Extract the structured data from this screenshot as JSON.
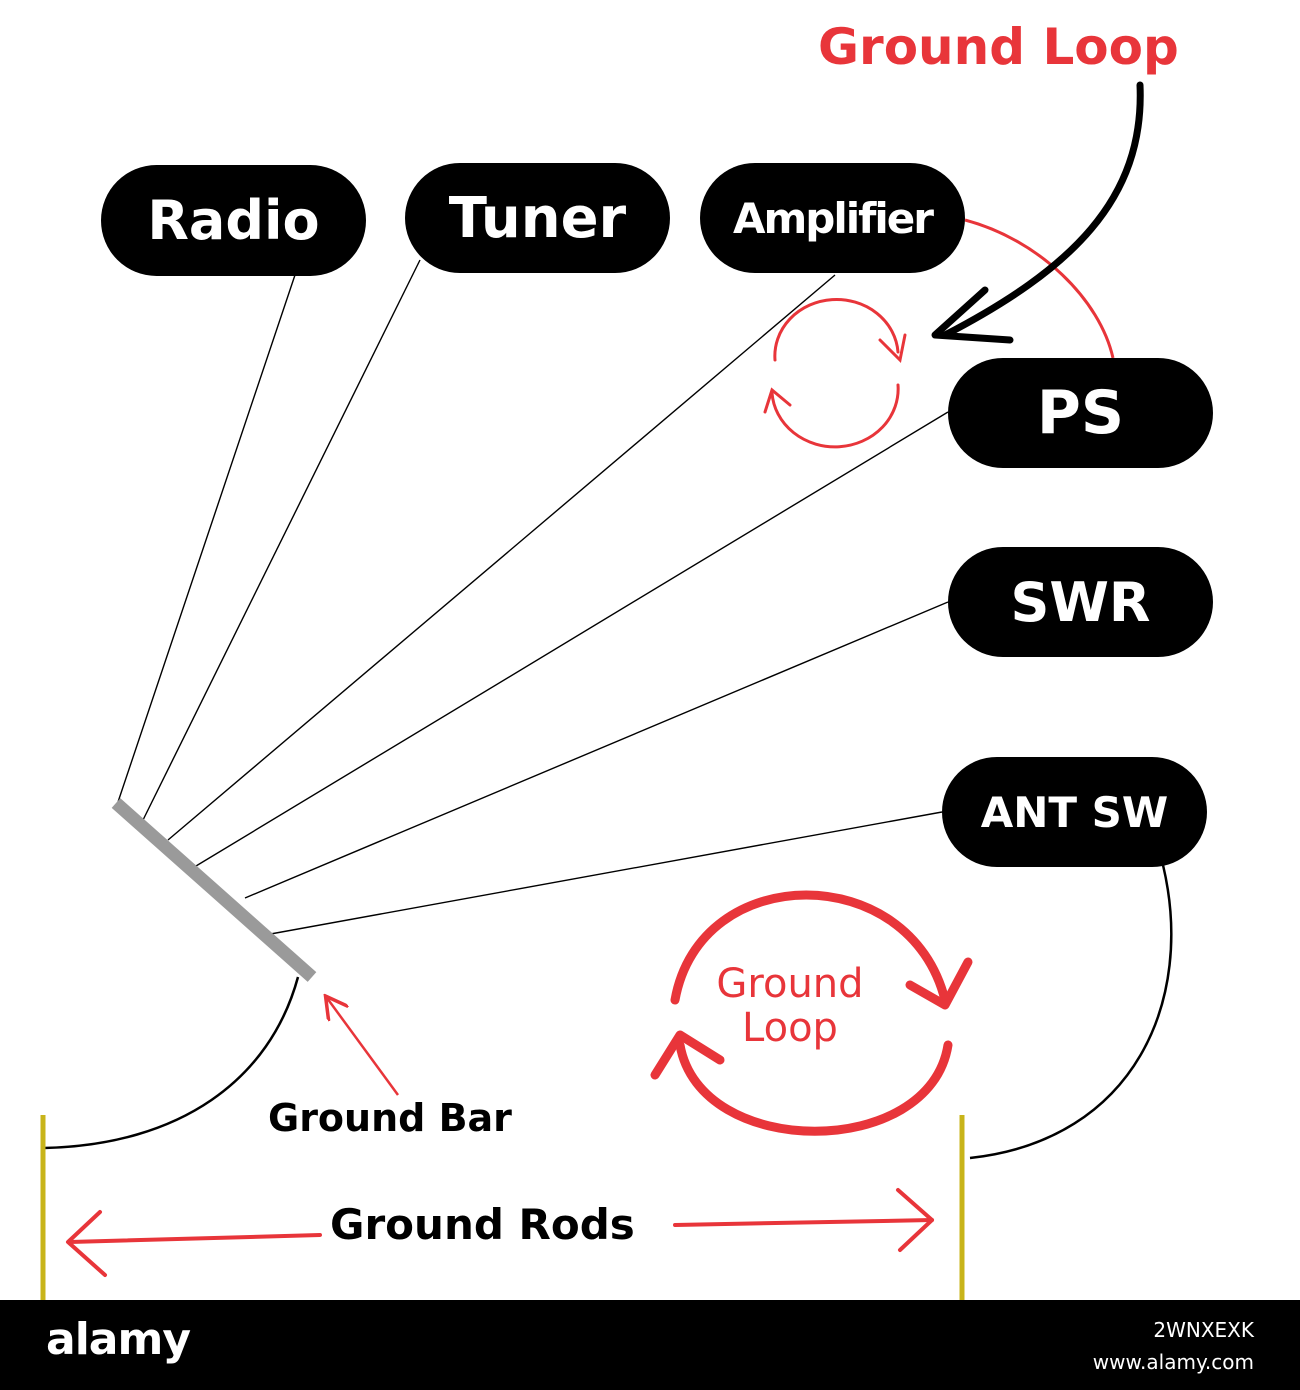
{
  "colors": {
    "pill_fill": "#000000",
    "pill_text": "#ffffff",
    "accent_red": "#e8353a",
    "ground_bar": "#9a9a9a",
    "ground_rod": "#c8b41a",
    "wire": "#000000"
  },
  "devices": {
    "radio": "Radio",
    "tuner": "Tuner",
    "amplifier": "Amplifier",
    "ps": "PS",
    "swr": "SWR",
    "ant_sw": "ANT SW"
  },
  "annotations": {
    "ground_loop_title": "Ground Loop",
    "ground_loop_inner_line1": "Ground",
    "ground_loop_inner_line2": "Loop",
    "ground_bar": "Ground Bar",
    "ground_rods": "Ground Rods"
  },
  "watermark": {
    "logo": "alamy",
    "image_id": "2WNXEXK",
    "site": "www.alamy.com"
  }
}
